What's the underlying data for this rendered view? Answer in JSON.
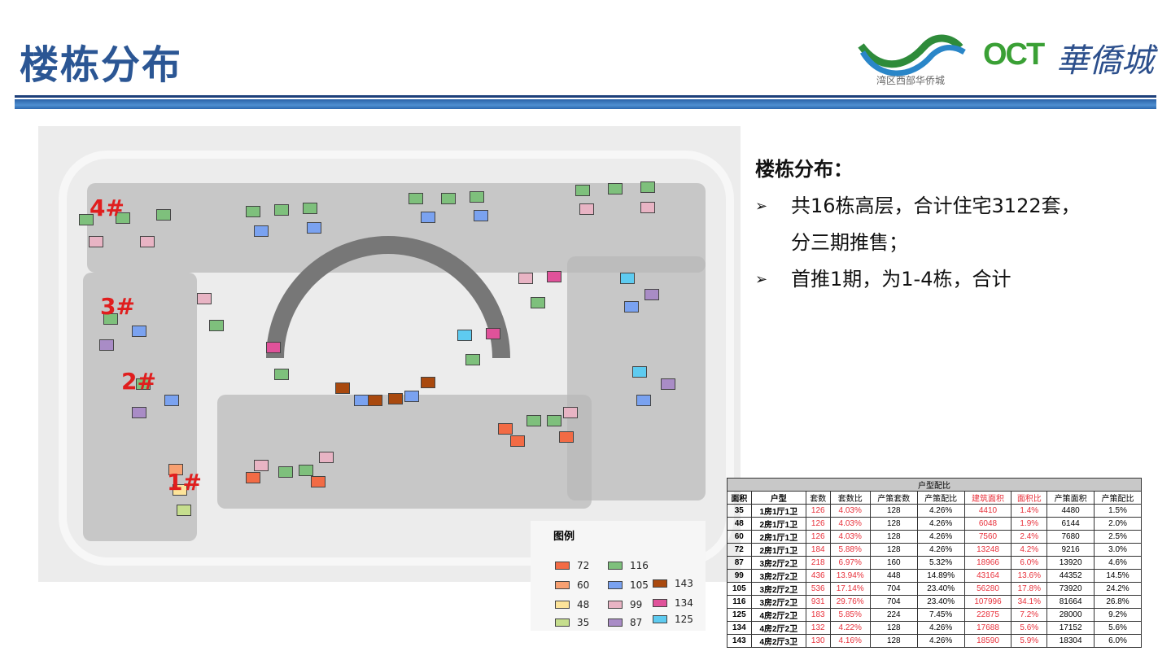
{
  "title": "楼栋分布",
  "logo": {
    "sub": "湾区西部华侨城",
    "oct": "OCT",
    "cn": "華僑城"
  },
  "plan": {
    "building_labels": [
      "4#",
      "3#",
      "2#",
      "1#"
    ]
  },
  "bullets": {
    "heading": "楼栋分布：",
    "items": [
      "共16栋高层，合计住宅3122套，",
      "分三期推售；",
      "首推1期，为1-4栋，合计"
    ],
    "arrow_icon": "➢"
  },
  "legend": {
    "title": "图例",
    "items": [
      {
        "label": "72",
        "color": "#f26b45"
      },
      {
        "label": "60",
        "color": "#f7a071"
      },
      {
        "label": "48",
        "color": "#fde49a"
      },
      {
        "label": "35",
        "color": "#c6de8e"
      },
      {
        "label": "116",
        "color": "#7ec07c"
      },
      {
        "label": "105",
        "color": "#7aa2f0"
      },
      {
        "label": "99",
        "color": "#e8b4c4"
      },
      {
        "label": "87",
        "color": "#a98cc6"
      },
      {
        "label": "143",
        "color": "#a9490e"
      },
      {
        "label": "134",
        "color": "#e0529a"
      },
      {
        "label": "125",
        "color": "#5ecbf0"
      }
    ]
  },
  "table": {
    "caption": "户型配比",
    "headers": [
      "面积",
      "户型",
      "套数",
      "套数比",
      "产策套数",
      "产策配比",
      "建筑面积",
      "面积比",
      "产策面积",
      "产策配比"
    ],
    "rows": [
      [
        "35",
        "1房1厅1卫",
        "126",
        "4.03%",
        "128",
        "4.26%",
        "4410",
        "1.4%",
        "4480",
        "1.5%"
      ],
      [
        "48",
        "2房1厅1卫",
        "126",
        "4.03%",
        "128",
        "4.26%",
        "6048",
        "1.9%",
        "6144",
        "2.0%"
      ],
      [
        "60",
        "2房1厅1卫",
        "126",
        "4.03%",
        "128",
        "4.26%",
        "7560",
        "2.4%",
        "7680",
        "2.5%"
      ],
      [
        "72",
        "2房1厅1卫",
        "184",
        "5.88%",
        "128",
        "4.26%",
        "13248",
        "4.2%",
        "9216",
        "3.0%"
      ],
      [
        "87",
        "3房2厅2卫",
        "218",
        "6.97%",
        "160",
        "5.32%",
        "18966",
        "6.0%",
        "13920",
        "4.6%"
      ],
      [
        "99",
        "3房2厅2卫",
        "436",
        "13.94%",
        "448",
        "14.89%",
        "43164",
        "13.6%",
        "44352",
        "14.5%"
      ],
      [
        "105",
        "3房2厅2卫",
        "536",
        "17.14%",
        "704",
        "23.40%",
        "56280",
        "17.8%",
        "73920",
        "24.2%"
      ],
      [
        "116",
        "3房2厅2卫",
        "931",
        "29.76%",
        "704",
        "23.40%",
        "107996",
        "34.1%",
        "81664",
        "26.8%"
      ],
      [
        "125",
        "4房2厅2卫",
        "183",
        "5.85%",
        "224",
        "7.45%",
        "22875",
        "7.2%",
        "28000",
        "9.2%"
      ],
      [
        "134",
        "4房2厅2卫",
        "132",
        "4.22%",
        "128",
        "4.26%",
        "17688",
        "5.6%",
        "17152",
        "5.6%"
      ],
      [
        "143",
        "4房2厅3卫",
        "130",
        "4.16%",
        "128",
        "4.26%",
        "18590",
        "5.9%",
        "18304",
        "6.0%"
      ]
    ]
  }
}
